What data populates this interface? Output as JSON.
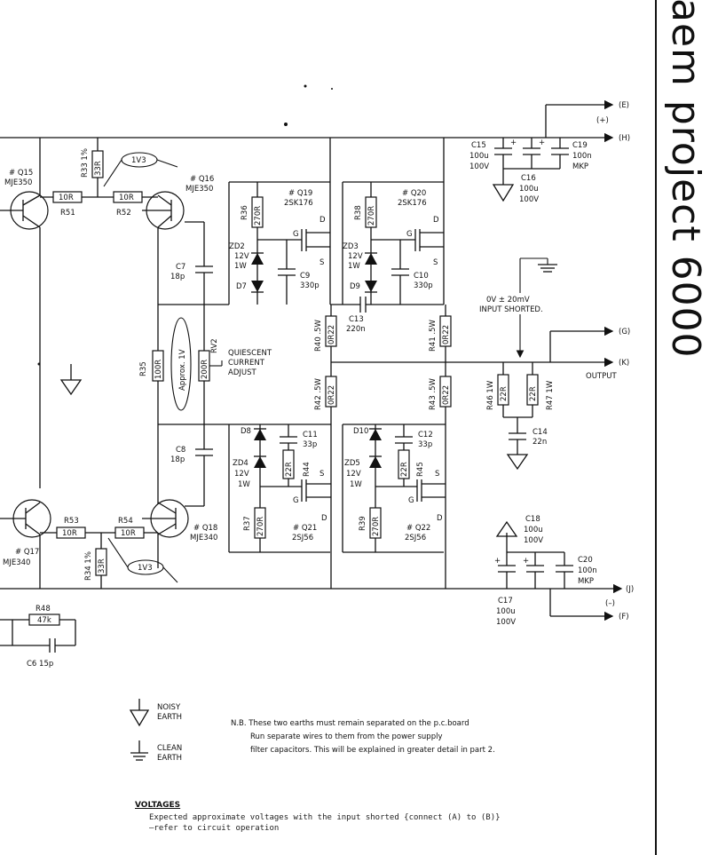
{
  "title": "aem project 6000",
  "terminals": {
    "e": "(E)",
    "plus": "(+)",
    "h": "(H)",
    "g": "(G)",
    "k": "(K)",
    "j": "(J)",
    "minus": "(–)",
    "f": "(F)"
  },
  "output_label": "OUTPUT",
  "offset_note": {
    "line1": "0V ± 20mV",
    "line2": "INPUT SHORTED."
  },
  "quiescent": {
    "line1": "QUIESCENT",
    "line2": "CURRENT",
    "line3": "ADJUST"
  },
  "approx": "Approx. 1V",
  "v1v3": "1V3",
  "transistors": {
    "q15": {
      "ref": "# Q15",
      "type": "MJE350"
    },
    "q16": {
      "ref": "# Q16",
      "type": "MJE350"
    },
    "q17": {
      "ref": "# Q17",
      "type": "MJE340"
    },
    "q18": {
      "ref": "# Q18",
      "type": "MJE340"
    },
    "q19": {
      "ref": "# Q19",
      "type": "2SK176"
    },
    "q20": {
      "ref": "# Q20",
      "type": "2SK176"
    },
    "q21": {
      "ref": "# Q21",
      "type": "2SJ56"
    },
    "q22": {
      "ref": "# Q22",
      "type": "2SJ56"
    }
  },
  "resistors": {
    "r33": {
      "ref": "R33 1%",
      "val": "33R"
    },
    "r34": {
      "ref": "R34 1%",
      "val": "33R"
    },
    "r35": {
      "ref": "R35",
      "val": "100R"
    },
    "r36": {
      "ref": "R36",
      "val": "270R"
    },
    "r37": {
      "ref": "R37",
      "val": "270R"
    },
    "r38": {
      "ref": "R38",
      "val": "270R"
    },
    "r39": {
      "ref": "R39",
      "val": "270R"
    },
    "r40": {
      "ref": "R40 .5W",
      "val": "0R22"
    },
    "r41": {
      "ref": "R41 .5W",
      "val": "0R22"
    },
    "r42": {
      "ref": "R42 .5W",
      "val": "0R22"
    },
    "r43": {
      "ref": "R43 .5W",
      "val": "0R22"
    },
    "r44": {
      "ref": "R44",
      "val": "22R"
    },
    "r45": {
      "ref": "R45",
      "val": "22R"
    },
    "r46": {
      "ref": "R46 1W",
      "val": "22R"
    },
    "r47": {
      "ref": "R47 1W",
      "val": "22R"
    },
    "r48": {
      "ref": "R48",
      "val": "47k"
    },
    "r51": {
      "ref": "R51",
      "val": "10R"
    },
    "r52": {
      "ref": "R52",
      "val": "10R"
    },
    "r53": {
      "ref": "R53",
      "val": "10R"
    },
    "r54": {
      "ref": "R54",
      "val": "10R"
    },
    "rv2": {
      "ref": "RV2",
      "val": "200R"
    }
  },
  "capacitors": {
    "c6": "C6 15p",
    "c7": {
      "ref": "C7",
      "val": "18p"
    },
    "c8": {
      "ref": "C8",
      "val": "18p"
    },
    "c9": {
      "ref": "C9",
      "val": "330p"
    },
    "c10": {
      "ref": "C10",
      "val": "330p"
    },
    "c11": {
      "ref": "C11",
      "val": "33p"
    },
    "c12": {
      "ref": "C12",
      "val": "33p"
    },
    "c13": {
      "ref": "C13",
      "val": "220n"
    },
    "c14": {
      "ref": "C14",
      "val": "22n"
    },
    "c15": {
      "ref": "C15",
      "v1": "100u",
      "v2": "100V"
    },
    "c16": {
      "ref": "C16",
      "v1": "100u",
      "v2": "100V"
    },
    "c17": {
      "ref": "C17",
      "v1": "100u",
      "v2": "100V"
    },
    "c18": {
      "ref": "C18",
      "v1": "100u",
      "v2": "100V"
    },
    "c19": {
      "ref": "C19",
      "v1": "100n",
      "v2": "MKP"
    },
    "c20": {
      "ref": "C20",
      "v1": "100n",
      "v2": "MKP"
    }
  },
  "zeners": {
    "zd2": {
      "ref": "ZD2",
      "v": "12V",
      "w": "1W"
    },
    "zd3": {
      "ref": "ZD3",
      "v": "12V",
      "w": "1W"
    },
    "zd4": {
      "ref": "ZD4",
      "v": "12V",
      "w": "1W"
    },
    "zd5": {
      "ref": "ZD5",
      "v": "12V",
      "w": "1W"
    }
  },
  "diodes": {
    "d7": "D7",
    "d8": "D8",
    "d9": "D9",
    "d10": "D10"
  },
  "pins": {
    "g": "G",
    "d": "D",
    "s": "S"
  },
  "legend": {
    "noisy": {
      "l1": "NOISY",
      "l2": "EARTH"
    },
    "clean": {
      "l1": "CLEAN",
      "l2": "EARTH"
    },
    "nb": [
      "N.B.  These two earths must remain separated on the p.c.board",
      "Run separate wires to them from the power supply",
      "filter capacitors. This will be explained in greater detail in part 2."
    ]
  },
  "voltages": {
    "title": "VOLTAGES",
    "line1": "Expected approximate voltages with the input shorted {connect (A) to (B)}",
    "line2": "–refer to circuit operation"
  }
}
